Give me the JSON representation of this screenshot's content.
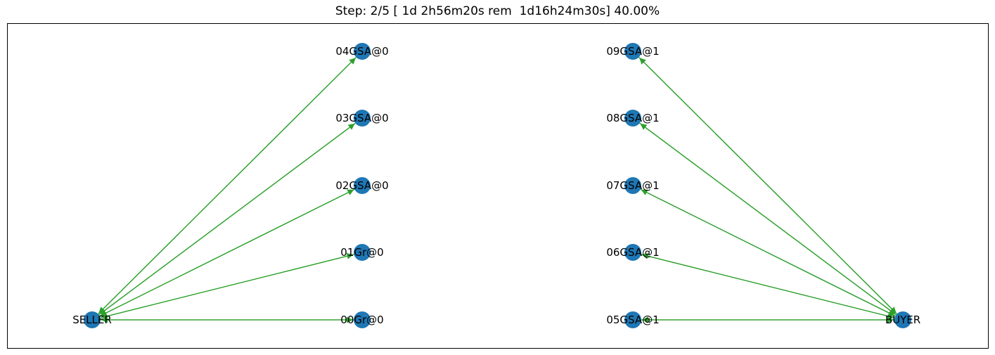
{
  "title": "Step: 2/5 [ 1d 2h56m20s rem  1d16h24m30s] 40.00%",
  "colors": {
    "node": "#1f77b4",
    "edge": "#2ca02c",
    "frame": "#000000",
    "label": "#000000"
  },
  "nodes": [
    {
      "id": "SELLER",
      "label": "SELLER"
    },
    {
      "id": "00Gr@0",
      "label": "00Gr@0"
    },
    {
      "id": "01Gr@0",
      "label": "01Gr@0"
    },
    {
      "id": "02GSA@0",
      "label": "02GSA@0"
    },
    {
      "id": "03GSA@0",
      "label": "03GSA@0"
    },
    {
      "id": "04GSA@0",
      "label": "04GSA@0"
    },
    {
      "id": "05GSA@1",
      "label": "05GSA@1"
    },
    {
      "id": "06GSA@1",
      "label": "06GSA@1"
    },
    {
      "id": "07GSA@1",
      "label": "07GSA@1"
    },
    {
      "id": "08GSA@1",
      "label": "08GSA@1"
    },
    {
      "id": "09GSA@1",
      "label": "09GSA@1"
    },
    {
      "id": "BUYER",
      "label": "BUYER"
    }
  ],
  "edges": [
    {
      "from": "SELLER",
      "to": "00Gr@0"
    },
    {
      "from": "00Gr@0",
      "to": "SELLER"
    },
    {
      "from": "SELLER",
      "to": "01Gr@0"
    },
    {
      "from": "01Gr@0",
      "to": "SELLER"
    },
    {
      "from": "SELLER",
      "to": "02GSA@0"
    },
    {
      "from": "02GSA@0",
      "to": "SELLER"
    },
    {
      "from": "SELLER",
      "to": "03GSA@0"
    },
    {
      "from": "03GSA@0",
      "to": "SELLER"
    },
    {
      "from": "SELLER",
      "to": "04GSA@0"
    },
    {
      "from": "04GSA@0",
      "to": "SELLER"
    },
    {
      "from": "BUYER",
      "to": "05GSA@1"
    },
    {
      "from": "05GSA@1",
      "to": "BUYER"
    },
    {
      "from": "BUYER",
      "to": "06GSA@1"
    },
    {
      "from": "06GSA@1",
      "to": "BUYER"
    },
    {
      "from": "BUYER",
      "to": "07GSA@1"
    },
    {
      "from": "07GSA@1",
      "to": "BUYER"
    },
    {
      "from": "BUYER",
      "to": "08GSA@1"
    },
    {
      "from": "08GSA@1",
      "to": "BUYER"
    },
    {
      "from": "BUYER",
      "to": "09GSA@1"
    },
    {
      "from": "09GSA@1",
      "to": "BUYER"
    }
  ]
}
